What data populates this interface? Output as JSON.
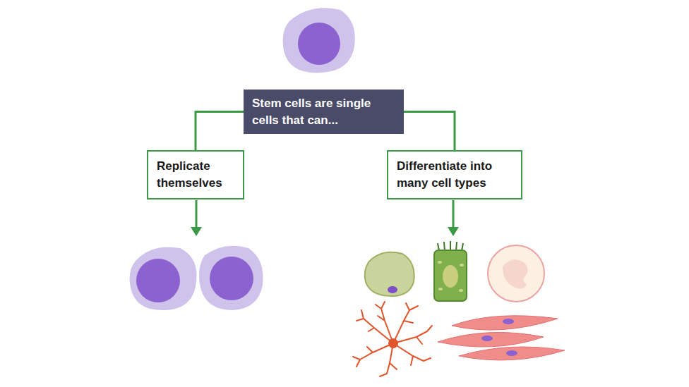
{
  "diagram": {
    "nodes": [
      {
        "text": [
          "Stem cells are single cells that can..."
        ]
      },
      {
        "text": [
          "Replicate themselves"
        ]
      },
      {
        "text": [
          "Differentiate into many cell types"
        ]
      }
    ],
    "edges": [
      {
        "from": 0,
        "to": 1,
        "arrow": "none"
      },
      {
        "from": 0,
        "to": 2,
        "arrow": "none"
      }
    ]
  }
}
